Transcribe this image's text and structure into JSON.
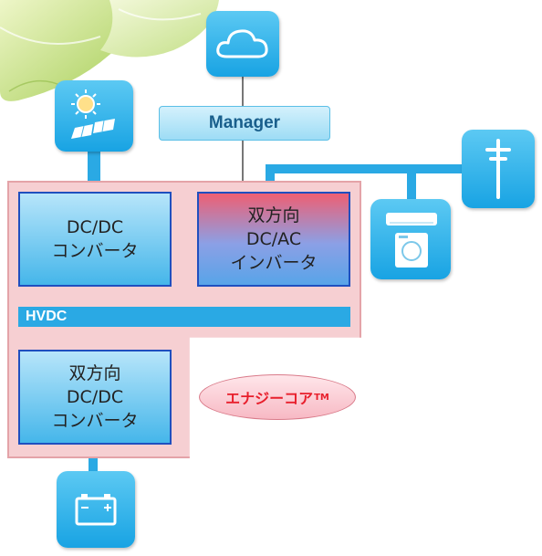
{
  "manager": {
    "label": "Manager"
  },
  "hvdc": {
    "label": "HVDC"
  },
  "boxes": {
    "dcdc": {
      "line1": "DC/DC",
      "line2": "コンバータ"
    },
    "inverter": {
      "line1": "双方向",
      "line2": "DC/AC",
      "line3": "インバータ"
    },
    "bidir_dcdc": {
      "line1": "双方向",
      "line2": "DC/DC",
      "line3": "コンバータ"
    }
  },
  "energy_core": {
    "label": "エナジーコア",
    "tm": "TM"
  },
  "icons": [
    "cloud-icon",
    "solar-panel-icon",
    "utility-pole-icon",
    "home-appliances-icon",
    "battery-icon",
    "leaves-decoration"
  ],
  "colors": {
    "line": "#2aa9e4",
    "core_bg": "#f6cfd2",
    "box_border": "#1f4fbf",
    "manager_text": "#195f8c",
    "energy_text": "#e81f2c"
  }
}
